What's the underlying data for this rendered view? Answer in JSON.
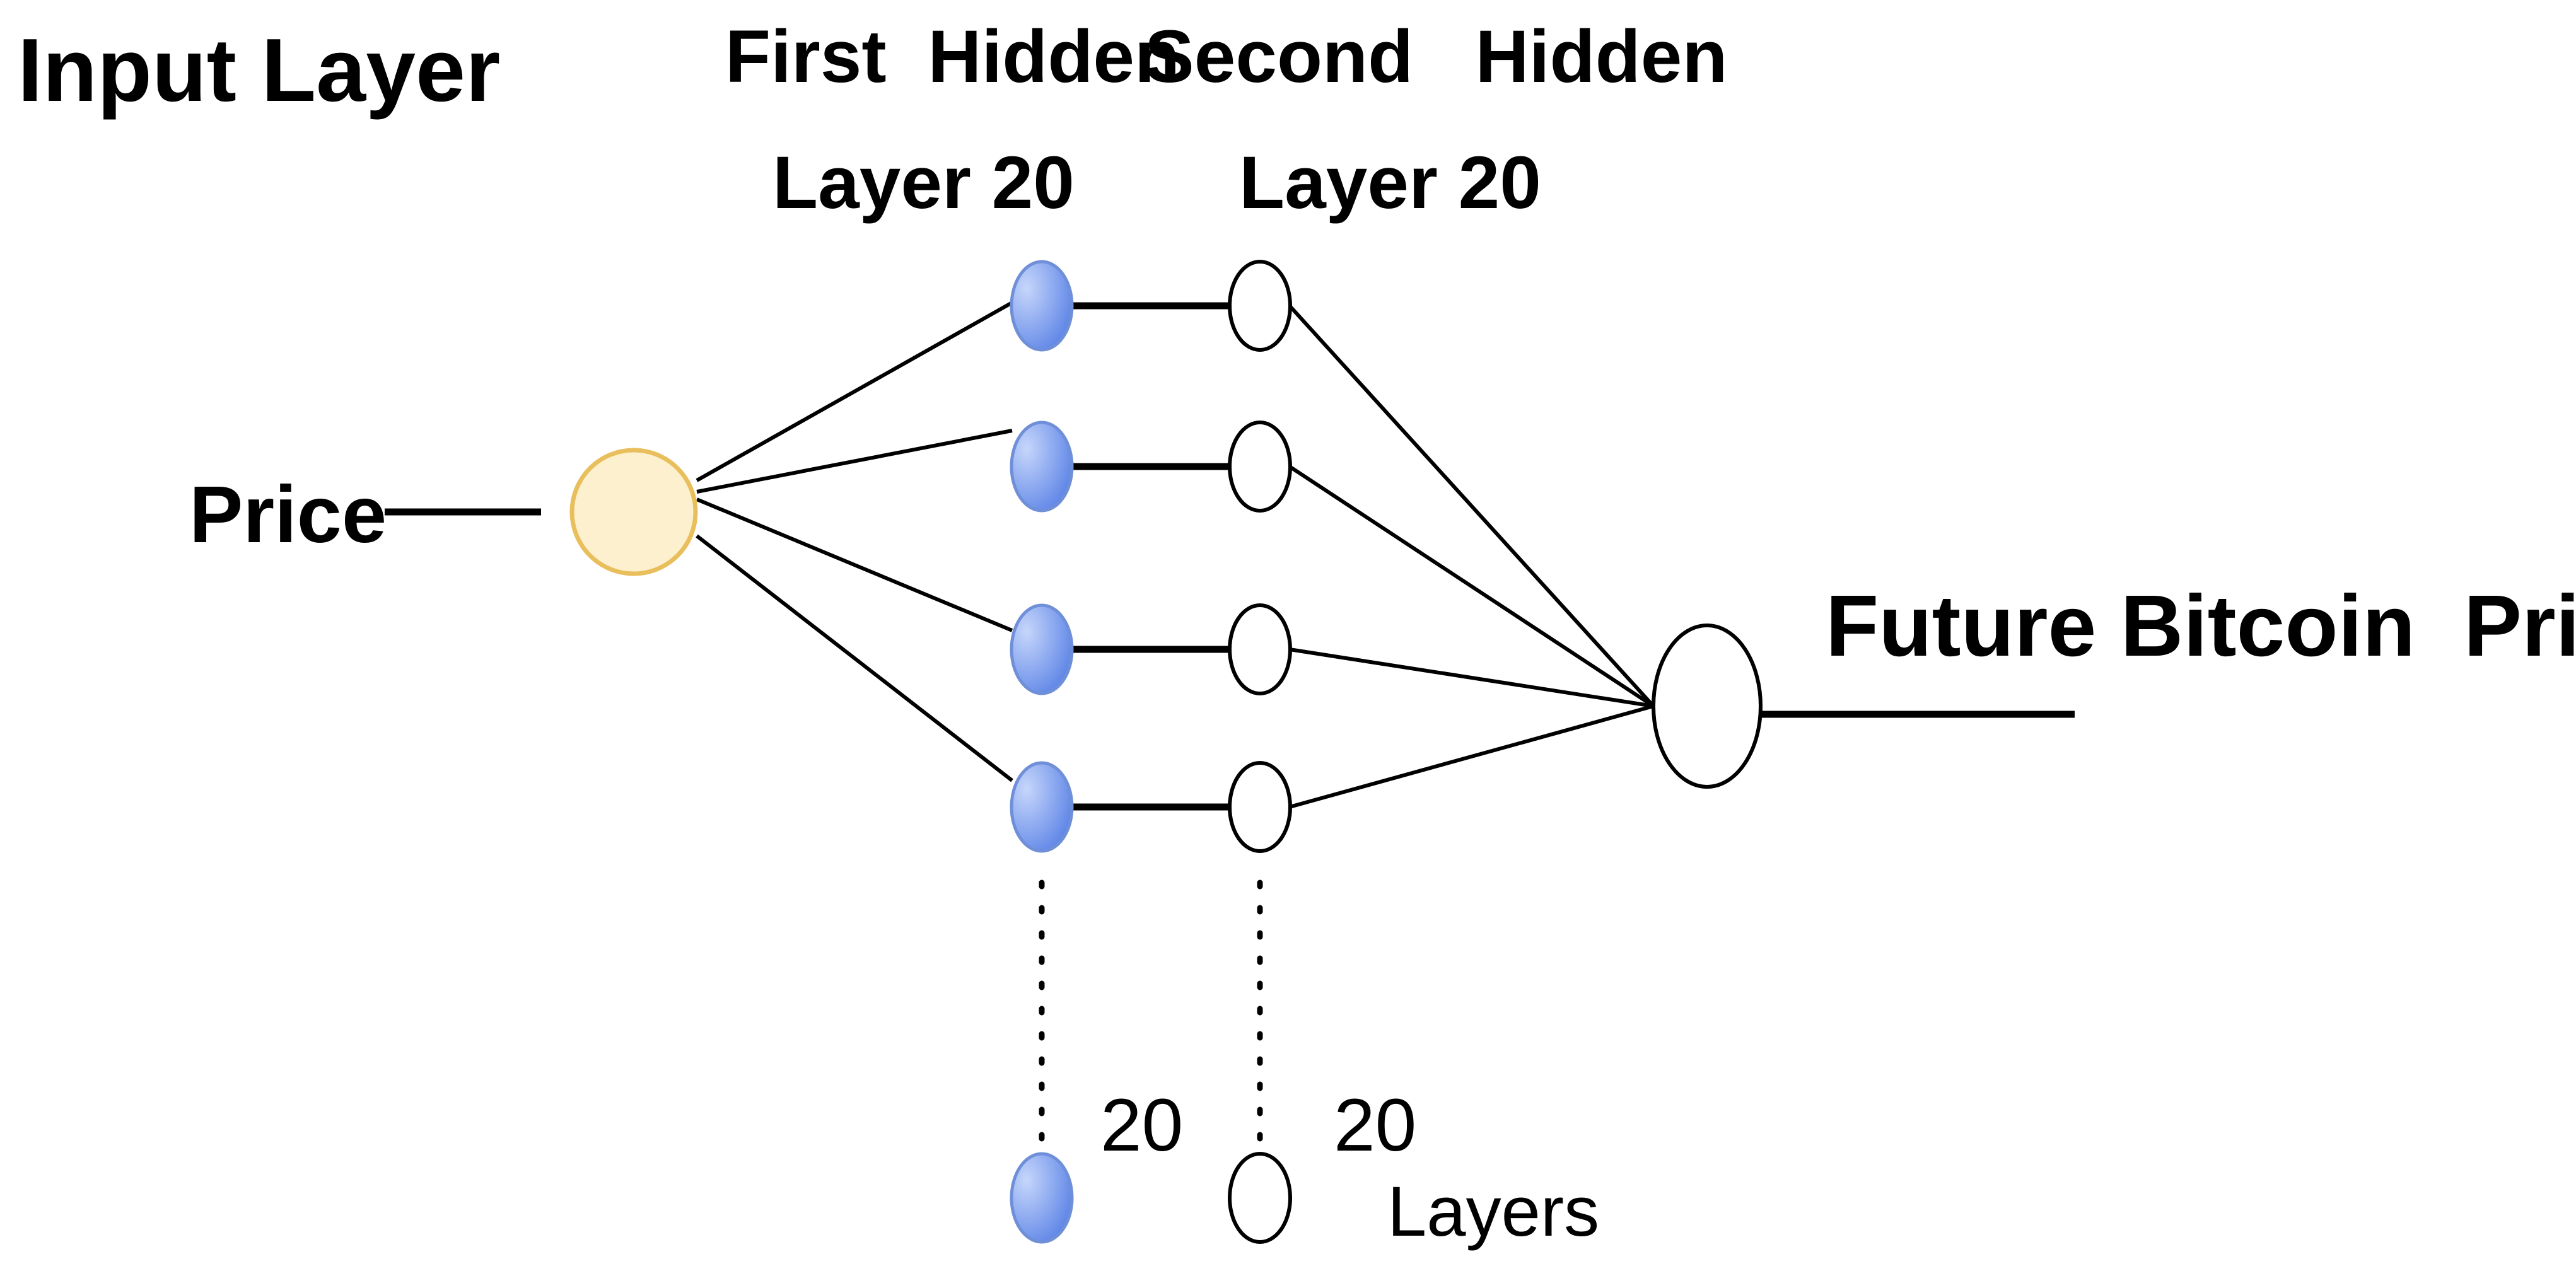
{
  "labels": {
    "input_layer": "Input Layer",
    "first_hidden_line1": "First  Hidden",
    "first_hidden_line2": "Layer 20",
    "second_hidden_line1": "Second   Hidden",
    "second_hidden_line2": "Layer 20",
    "input_name": "Price",
    "output_name": "Future Bitcoin  Price",
    "first_hidden_count": "20",
    "second_hidden_count": "20",
    "second_hidden_count_suffix": "Layers"
  },
  "colors": {
    "input_node_fill": "#fdf0cf",
    "input_node_stroke": "#e8bf5c",
    "hidden1_node_light": "#c6d6fb",
    "hidden1_node_dark": "#5a82e6",
    "hidden1_node_stroke": "#6f8fd8",
    "hidden2_node_fill": "#ffffff",
    "output_node_fill": "#ffffff",
    "edge": "#000000"
  }
}
